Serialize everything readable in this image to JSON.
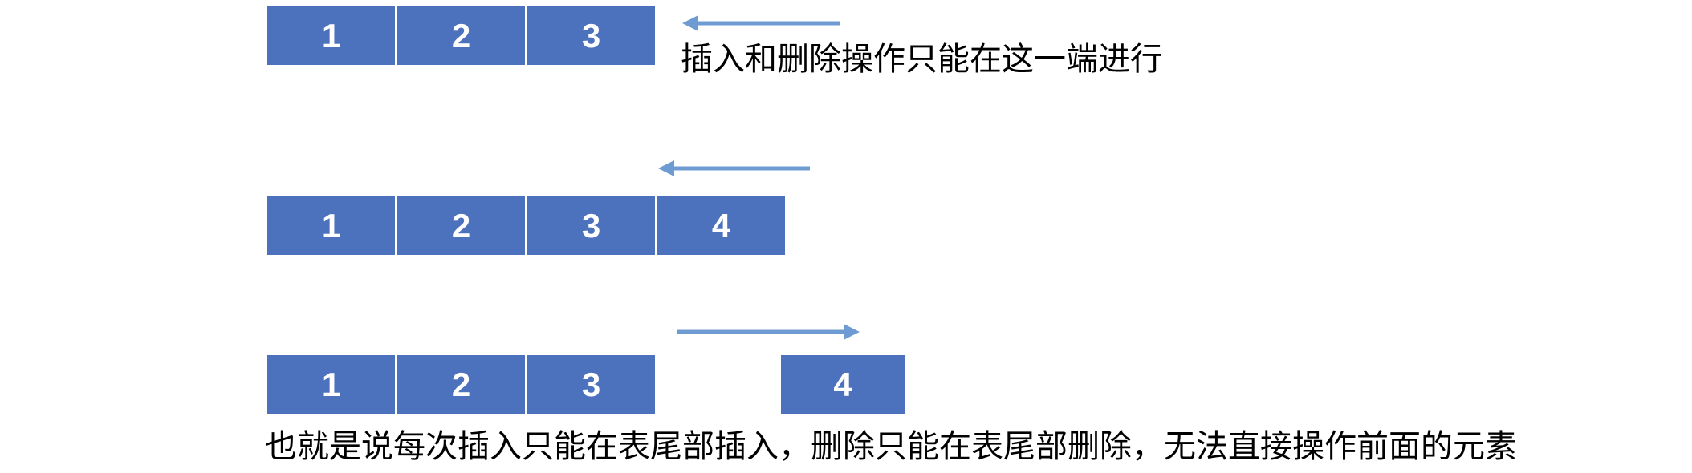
{
  "colors": {
    "background": "#FFFFFF",
    "box_fill": "#4C72BE",
    "box_text": "#FFFFFF",
    "arrow": "#6F9BD3",
    "caption_text": "#000000"
  },
  "rows": [
    {
      "cells": [
        "1",
        "2",
        "3"
      ],
      "arrow_direction": "left",
      "caption": "插入和删除操作只能在这一端进行"
    },
    {
      "cells": [
        "1",
        "2",
        "3",
        "4"
      ],
      "arrow_direction": "left"
    },
    {
      "cells": [
        "1",
        "2",
        "3"
      ],
      "detached_cell": "4",
      "arrow_direction": "right",
      "caption": "也就是说每次插入只能在表尾部插入，删除只能在表尾部删除，无法直接操作前面的元素"
    }
  ]
}
